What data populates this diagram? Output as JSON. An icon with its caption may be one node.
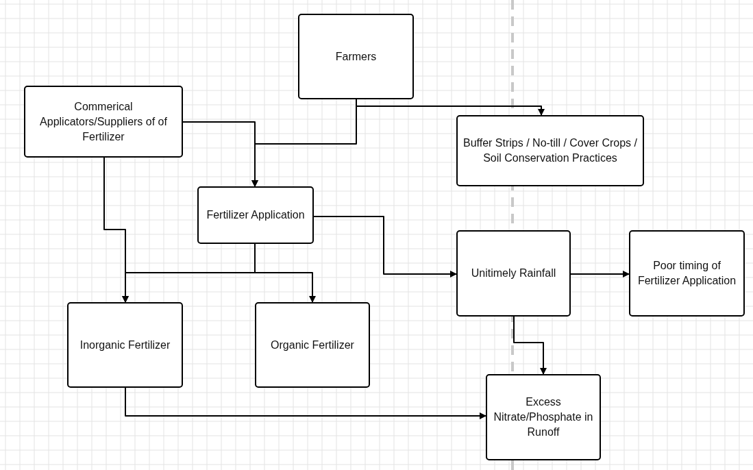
{
  "diagram": {
    "nodes": [
      {
        "text": [
          "Farmers"
        ]
      },
      {
        "text": [
          "Commerical Applicators/Suppliers of of Fertilizer"
        ]
      },
      {
        "text": [
          "Buffer Strips / No-till / Cover Crops / Soil Conservation Practices"
        ]
      },
      {
        "text": [
          "Fertilizer Application"
        ]
      },
      {
        "text": [
          "Unitimely Rainfall"
        ]
      },
      {
        "text": [
          "Poor timing of Fertilizer Application"
        ]
      },
      {
        "text": [
          "Inorganic Fertilizer"
        ]
      },
      {
        "text": [
          "Organic Fertilizer"
        ]
      },
      {
        "text": [
          "Excess Nitrate/Phosphate in Runoff"
        ]
      }
    ],
    "edges": [
      {
        "from": 0,
        "to": 2,
        "arrow": "to"
      },
      {
        "from": 0,
        "to": 3,
        "arrow": "to"
      },
      {
        "from": 1,
        "to": 3,
        "arrow": "to"
      },
      {
        "from": 1,
        "to": 6,
        "arrow": "to"
      },
      {
        "from": 3,
        "to": 6,
        "arrow": "to"
      },
      {
        "from": 3,
        "to": 7,
        "arrow": "to"
      },
      {
        "from": 3,
        "to": 4,
        "arrow": "to"
      },
      {
        "from": 4,
        "to": 5,
        "arrow": "to"
      },
      {
        "from": 4,
        "to": 8,
        "arrow": "to"
      },
      {
        "from": 6,
        "to": 8,
        "arrow": "to"
      }
    ]
  }
}
